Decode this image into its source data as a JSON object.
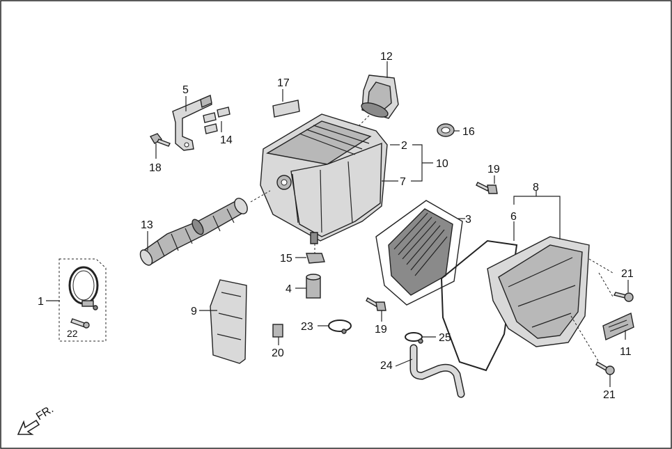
{
  "callouts": {
    "c1": "1",
    "c2": "2",
    "c3": "3",
    "c4": "4",
    "c5": "5",
    "c6": "6",
    "c7": "7",
    "c8": "8",
    "c9": "9",
    "c10": "10",
    "c11": "11",
    "c12": "12",
    "c13": "13",
    "c14": "14",
    "c15": "15",
    "c16": "16",
    "c17": "17",
    "c18": "18",
    "c19a": "19",
    "c19b": "19",
    "c20": "20",
    "c21a": "21",
    "c21b": "21",
    "c22": "22",
    "c23": "23",
    "c24": "24",
    "c25": "25"
  },
  "front_marker": "FR."
}
